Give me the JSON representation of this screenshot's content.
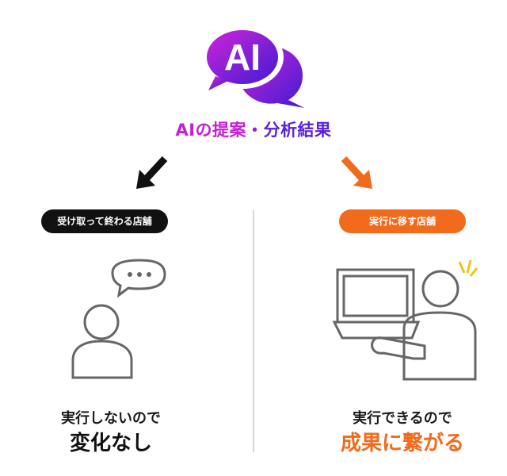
{
  "logo": {
    "text": "AI",
    "gradient_start": "#c51fd8",
    "gradient_end": "#4a1bd6"
  },
  "headline": {
    "part1": "AIの提案",
    "separator": "・",
    "part2": "分析結果",
    "color1": "#c51fd8",
    "color2": "#5a22d8"
  },
  "left": {
    "badge": "受け取って終わる店舗",
    "badge_color": "#111111",
    "arrow_color": "#111111",
    "caption_small": "実行しないので",
    "caption_big": "変化なし",
    "caption_big_color": "#111111"
  },
  "right": {
    "badge": "実行に移す店舗",
    "badge_color": "#f26a1b",
    "arrow_color": "#f26a1b",
    "caption_small": "実行できるので",
    "caption_big": "成果に繋がる",
    "caption_big_color": "#f26a1b",
    "spark_color": "#f2c21b"
  }
}
